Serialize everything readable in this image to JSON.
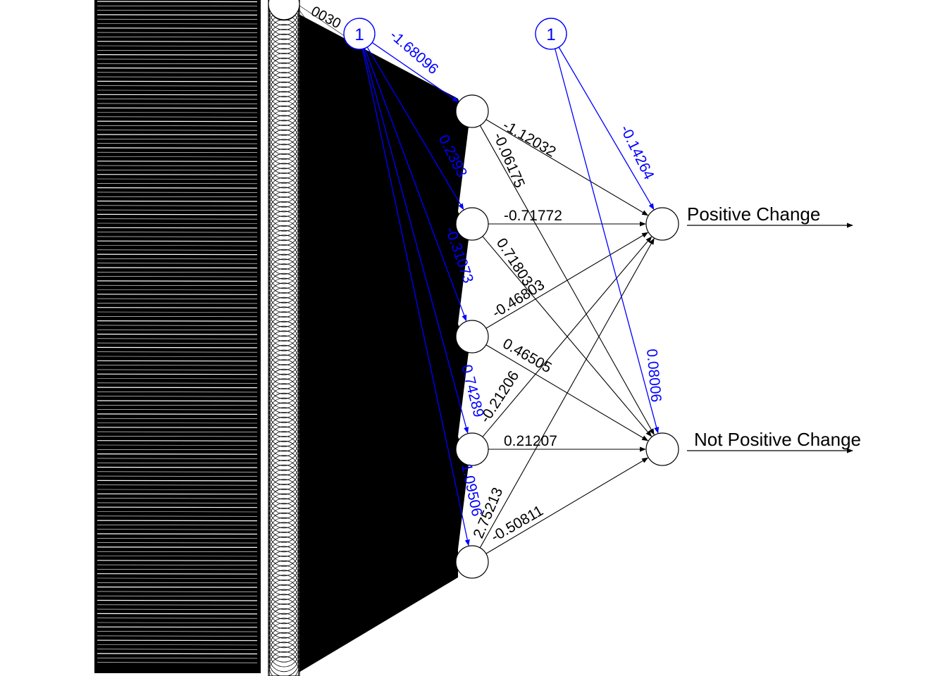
{
  "diagram": {
    "type": "neural-network",
    "colors": {
      "weights": "#000000",
      "bias": "#0000ff",
      "node_fill": "#ffffff",
      "background": "#ffffff"
    },
    "input_layer": {
      "node_count": 140,
      "labels_legible": false
    },
    "hidden_layer": {
      "node_count": 5
    },
    "output_layer": {
      "labels": [
        "Positive Change",
        "Not Positive Change"
      ]
    },
    "input_bias": {
      "label": "1",
      "weights": [
        "-1.68096",
        "0.2393",
        "-0.31073",
        "0.74289",
        "1.09506"
      ]
    },
    "hidden_bias": {
      "label": "1",
      "weights": [
        "-0.14264",
        "0.08006"
      ]
    },
    "hidden_to_output": [
      {
        "from": 1,
        "to_positive": "-1.12032",
        "to_not_positive": "-0.06175"
      },
      {
        "from": 2,
        "to_positive": "-0.71772",
        "to_not_positive": "0.71803"
      },
      {
        "from": 3,
        "to_positive": "-0.46803",
        "to_not_positive": "0.46505"
      },
      {
        "from": 4,
        "to_positive": "-0.21206",
        "to_not_positive": "0.21207"
      },
      {
        "from": 5,
        "to_positive": "2.75213",
        "to_not_positive": "-0.50811"
      }
    ],
    "partial_input_weight_label": "0030"
  }
}
